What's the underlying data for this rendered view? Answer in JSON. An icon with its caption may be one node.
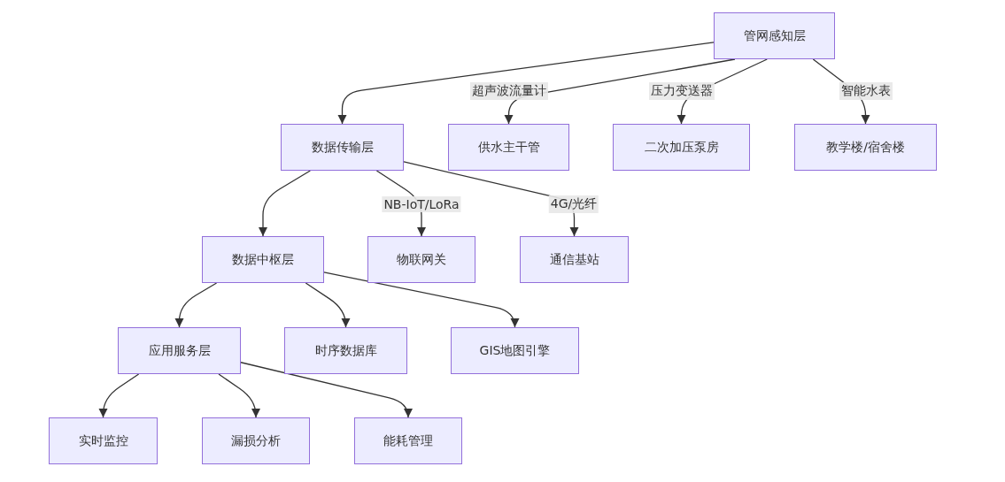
{
  "diagram": {
    "nodes": [
      {
        "text": [
          "管网感知层"
        ]
      },
      {
        "text": [
          "数据传输层"
        ]
      },
      {
        "text": [
          "供水主干管"
        ]
      },
      {
        "text": [
          "二次加压泵房"
        ]
      },
      {
        "text": [
          "教学楼/宿舍楼"
        ]
      },
      {
        "text": [
          "数据中枢层"
        ]
      },
      {
        "text": [
          "物联网关"
        ]
      },
      {
        "text": [
          "通信基站"
        ]
      },
      {
        "text": [
          "应用服务层"
        ]
      },
      {
        "text": [
          "时序数据库"
        ]
      },
      {
        "text": [
          "GIS地图引擎"
        ]
      },
      {
        "text": [
          "实时监控"
        ]
      },
      {
        "text": [
          "漏损分析"
        ]
      },
      {
        "text": [
          "能耗管理"
        ]
      }
    ],
    "edges": [
      {
        "from": 0,
        "to": 1,
        "arrow": "to"
      },
      {
        "from": 0,
        "to": 2,
        "arrow": "to",
        "label": "超声波流量计"
      },
      {
        "from": 0,
        "to": 3,
        "arrow": "to",
        "label": "压力变送器"
      },
      {
        "from": 0,
        "to": 4,
        "arrow": "to",
        "label": "智能水表"
      },
      {
        "from": 1,
        "to": 5,
        "arrow": "to"
      },
      {
        "from": 1,
        "to": 6,
        "arrow": "to",
        "label": "NB-IoT/LoRa"
      },
      {
        "from": 1,
        "to": 7,
        "arrow": "to",
        "label": "4G/光纤"
      },
      {
        "from": 5,
        "to": 8,
        "arrow": "to"
      },
      {
        "from": 5,
        "to": 9,
        "arrow": "to"
      },
      {
        "from": 5,
        "to": 10,
        "arrow": "to"
      },
      {
        "from": 8,
        "to": 11,
        "arrow": "to"
      },
      {
        "from": 8,
        "to": 12,
        "arrow": "to"
      },
      {
        "from": 8,
        "to": 13,
        "arrow": "to"
      }
    ]
  }
}
